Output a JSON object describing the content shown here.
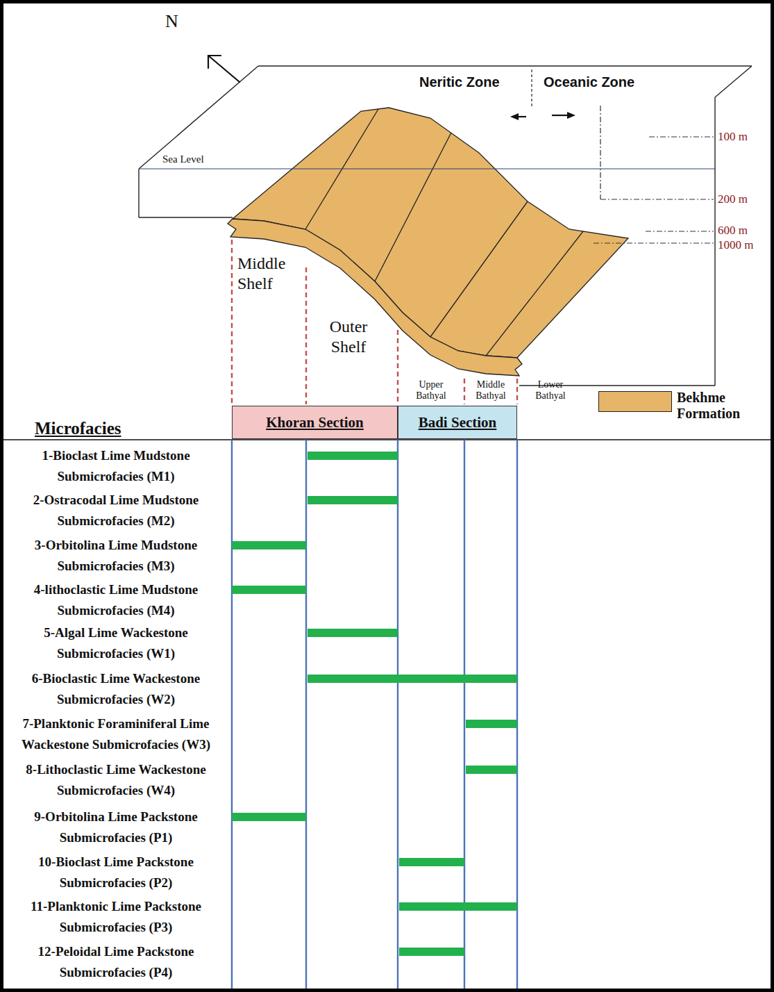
{
  "diagram": {
    "nodes": [
      {
        "text": [
          "Khoran Section"
        ]
      },
      {
        "text": [
          "Badi Section"
        ]
      }
    ],
    "labels": [
      "N",
      "Neritic Zone",
      "Oceanic Zone",
      "Sea Level",
      "100 m",
      "200 m",
      "600 m",
      "1000 m",
      "Middle Shelf",
      "Outer Shelf",
      "Upper Bathyal",
      "Middle Bathyal",
      "Lower Bathyal",
      "Microfacies",
      "1-Bioclast Lime Mudstone Submicrofacies (M1)",
      "2-Ostracodal Lime Mudstone Submicrofacies (M2)",
      "3-Orbitolina Lime Mudstone Submicrofacies (M3)",
      "4-lithoclastic Lime Mudstone Submicrofacies (M4)",
      "5-Algal Lime Wackestone Submicrofacies (W1)",
      "6-Bioclastic Lime Wackestone Submicrofacies (W2)",
      "7-Planktonic Foraminiferal Lime Wackestone Submicrofacies (W3)",
      "8-Lithoclastic Lime Wackestone Submicrofacies (W4)",
      "9-Orbitolina Lime Packstone Submicrofacies (P1)",
      "10-Bioclast Lime Packstone Submicrofacies (P2)",
      "11-Planktonic Lime Packstone Submicrofacies (P3)",
      "12-Peloidal Lime Packstone Submicrofacies (P4)"
    ],
    "legend": [
      {
        "text": "Bekhme Formation",
        "color": "#e6b568"
      }
    ]
  }
}
